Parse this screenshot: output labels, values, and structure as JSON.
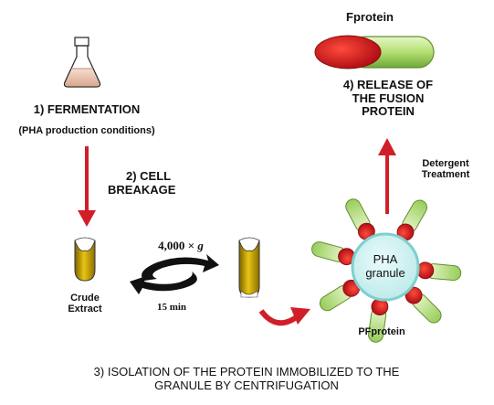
{
  "colors": {
    "arrow_red": "#d11f2a",
    "tube_yellow": "#d8b40c",
    "fprotein_red": "#d62020",
    "fprotein_green": "#b8e27a",
    "granule_fill": "#c9f0f0",
    "granule_stroke": "#7ecfcf"
  },
  "icons": {
    "flask": "erlenmeyer-flask",
    "tube_crude": "test-tube",
    "tube_pellet": "test-tube-with-pellet",
    "centrifuge": "curved-rotation-arrow"
  },
  "labels": {
    "fprotein": "Fprotein",
    "step4_line1": "4) RELEASE OF",
    "step4_line2": "THE FUSION",
    "step4_line3": "PROTEIN",
    "step1": "1) FERMENTATION",
    "step1_sub": "(PHA production conditions)",
    "step2_line1": "2) CELL",
    "step2_line2": "BREAKAGE",
    "detergent_line1": "Detergent",
    "detergent_line2": "Treatment",
    "speed_value": "4,000 ×",
    "speed_unit": "g",
    "time": "15 min",
    "crude_line1": "Crude",
    "crude_line2": "Extract",
    "granule_line1": "PHA",
    "granule_line2": "granule",
    "pfprotein": "PFprotein",
    "step3_line1": "3) ISOLATION OF THE PROTEIN IMMOBILIZED TO THE",
    "step3_line2": "GRANULE BY CENTRIFUGATION"
  }
}
